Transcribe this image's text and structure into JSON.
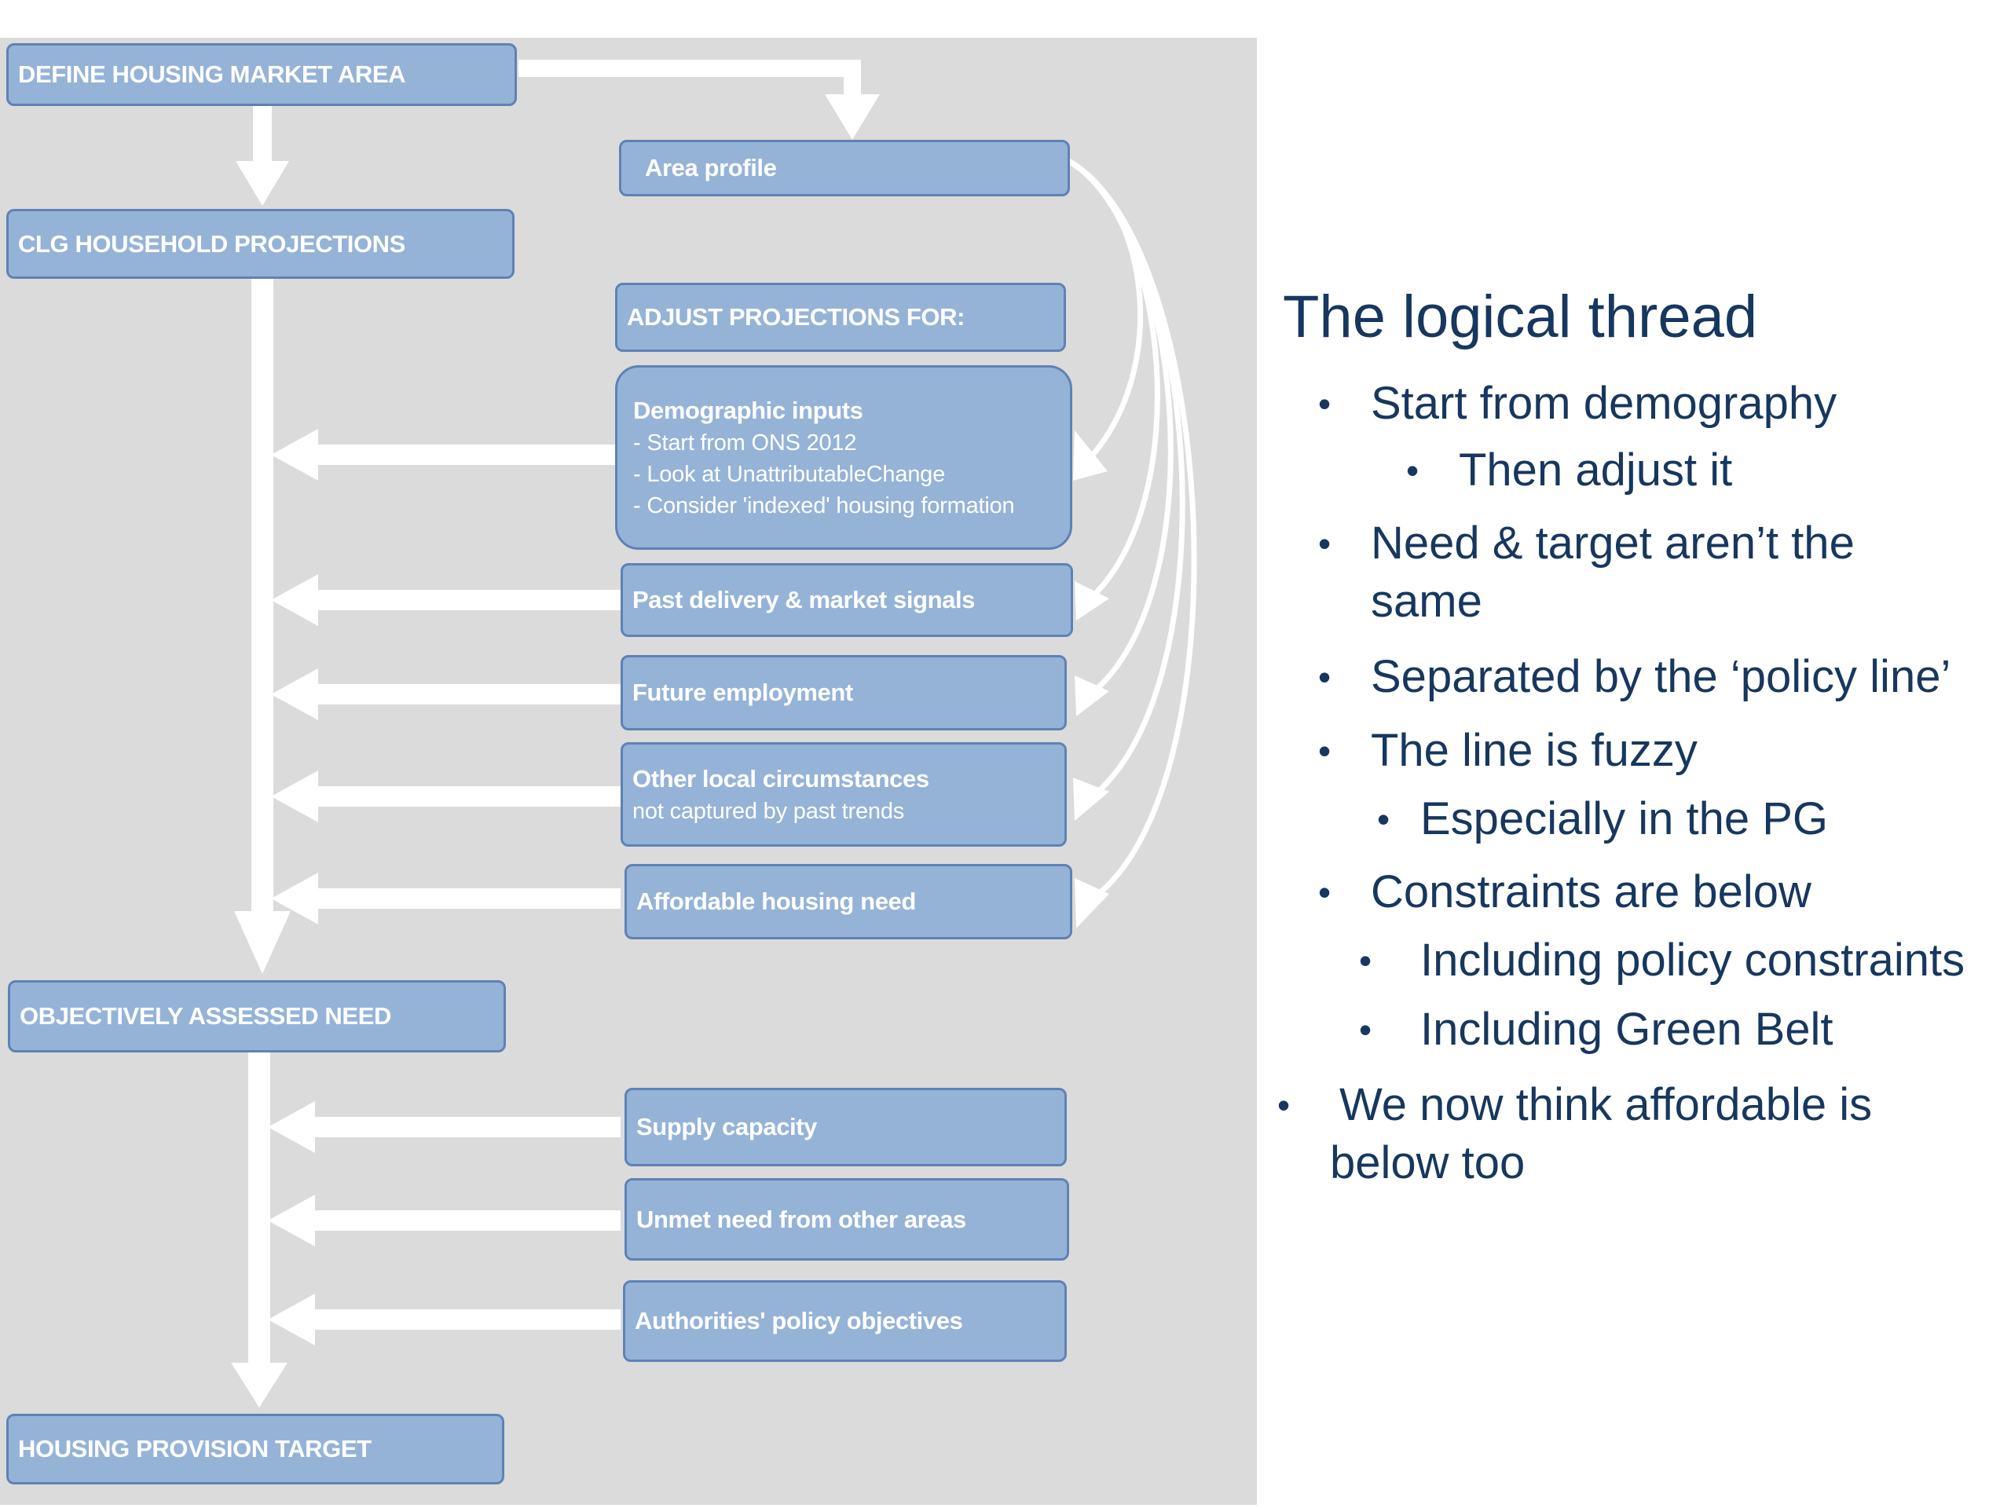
{
  "flowchart": {
    "main_stages": {
      "define": "DEFINE HOUSING MARKET AREA",
      "clg": "CLG HOUSEHOLD PROJECTIONS",
      "oan": "OBJECTIVELY ASSESSED NEED",
      "target": "HOUSING PROVISION TARGET"
    },
    "area_profile": "Area profile",
    "adjust_header": "ADJUST PROJECTIONS FOR:",
    "demographic": {
      "title": "Demographic inputs",
      "items": [
        "-  Start from ONS 2012",
        "-  Look at UnattributableChange",
        "-  Consider 'indexed' housing formation"
      ]
    },
    "adjustments": {
      "past_delivery": "Past  delivery & market signals",
      "future_employment": "Future employment",
      "other_local_title": "Other local circumstances",
      "other_local_sub": "not captured by past trends",
      "affordable": "Affordable housing need"
    },
    "constraints": {
      "supply": "Supply capacity",
      "unmet": "Unmet need from other areas",
      "policy": "Authorities'  policy objectives"
    }
  },
  "slide": {
    "title": "The logical thread",
    "bullets": {
      "b1": "Start from demography",
      "b1a": "Then adjust it",
      "b2_line1": "Need & target aren’t the",
      "b2_line2": "same",
      "b3": "Separated by the ‘policy line’",
      "b4": "The line is fuzzy",
      "b4a": "Especially in the PG",
      "b5": "Constraints are below",
      "b5a": "Including policy constraints",
      "b5b": "Including Green Belt",
      "b6_line1": "We now think affordable is",
      "b6_line2": "below too"
    },
    "bullet_char": "•"
  },
  "colors": {
    "panel_bg": "#dbdbdb",
    "box_fill": "#95b3d7",
    "box_border": "#5f82b4",
    "arrow": "#ffffff",
    "text_dark": "#17375e"
  }
}
